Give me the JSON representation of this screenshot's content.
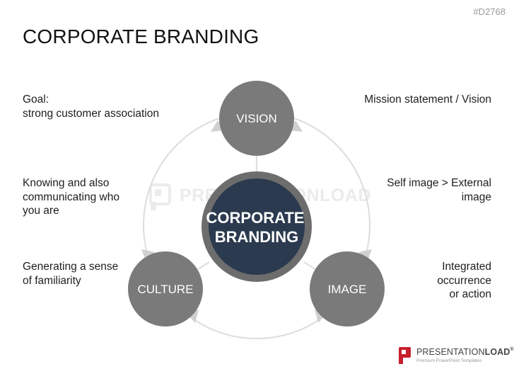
{
  "slide_id": "#D2768",
  "title": "CORPORATE BRANDING",
  "diagram": {
    "center": [
      "CORPORATE",
      "BRANDING"
    ],
    "nodes": [
      "VISION",
      "CULTURE",
      "IMAGE"
    ]
  },
  "notes": {
    "goal": [
      "Goal:",
      "strong customer association"
    ],
    "knowing": [
      "Knowing and also",
      "communicating who",
      "you are"
    ],
    "familiarity": [
      "Generating a sense",
      "of familiarity"
    ],
    "mission": [
      "Mission statement / Vision"
    ],
    "self_image": [
      "Self image > External",
      "image"
    ],
    "integrated": [
      "Integrated",
      "occurrence",
      "or action"
    ]
  },
  "watermark": "PRESENTATIONLOAD",
  "footer": {
    "brand_light": "PRESENTATION",
    "brand_bold": "LOAD",
    "brand_reg": "®",
    "tagline": "Premium PowerPoint Templates"
  },
  "colors": {
    "node_fill": "#7a7a7a",
    "ring_fill": "#6d6d6d",
    "core_fill": "#2b3a4e",
    "cycle_line": "#dddddd",
    "arrow_head": "#d0d0d0",
    "logo_red": "#c7202c"
  }
}
